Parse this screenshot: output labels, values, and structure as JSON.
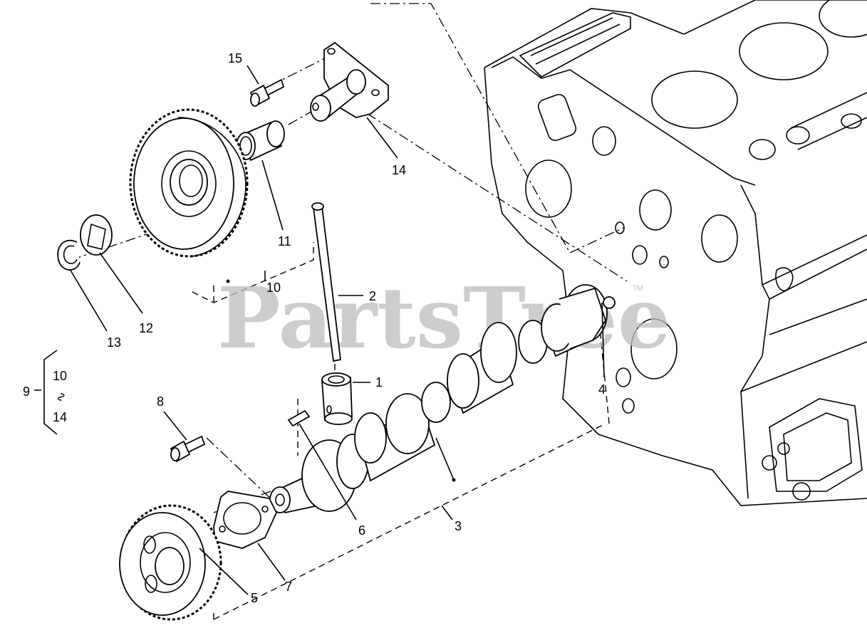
{
  "watermark": "PartsTree",
  "watermark_tm": "TM",
  "callouts": {
    "c1": "1",
    "c2": "2",
    "c3": "3",
    "c4": "4",
    "c5": "5",
    "c6": "6",
    "c7": "7",
    "c8": "8",
    "c9": "9",
    "c10": "10",
    "c11": "11",
    "c12": "12",
    "c13": "13",
    "c14": "14",
    "c15": "15",
    "group_top": "10",
    "group_tilde": "∿",
    "group_bottom": "14"
  }
}
